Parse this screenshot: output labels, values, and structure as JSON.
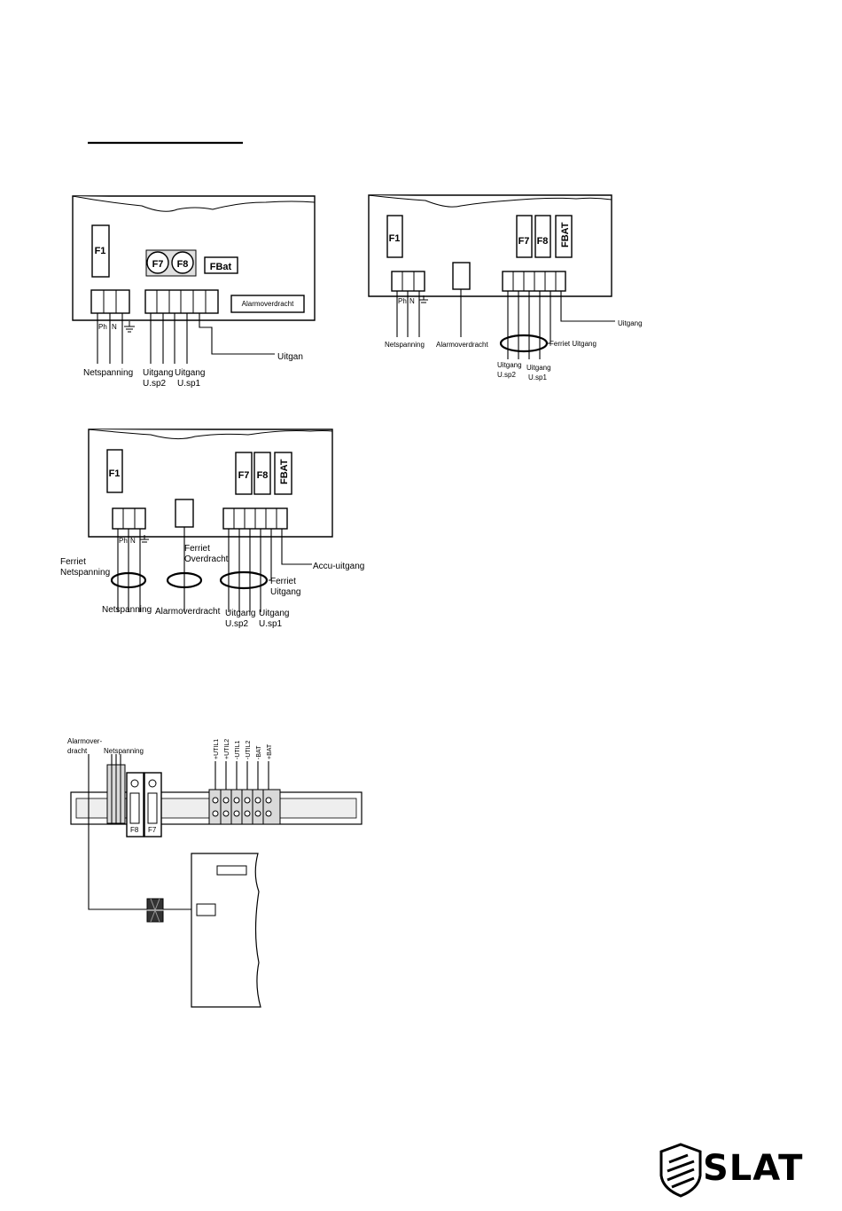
{
  "logo": {
    "text": "SLAT"
  },
  "diagram1": {
    "fuses": [
      "F1",
      "F7",
      "F8",
      "FBat"
    ],
    "alarm_box": "Alarmoverdracht",
    "terminal_marks": {
      "ph": "Ph",
      "n": "N"
    },
    "labels": {
      "netspanning": "Netspanning",
      "uitgang_a": "Uitgang",
      "usp2": "U.sp2",
      "uitgang_b": "Uitgang",
      "usp1": "U.sp1",
      "uitgan": "Uitgan"
    }
  },
  "diagram2": {
    "fuses": [
      "F1",
      "F7",
      "F8",
      "FBAT"
    ],
    "terminal_marks": {
      "ph": "Ph",
      "n": "N"
    },
    "labels": {
      "netspanning": "Netspanning",
      "alarmoverdracht": "Alarmoverdracht",
      "ferriet_uitgang": "Ferriet Uitgang",
      "uitgang_right": "Uitgang",
      "uitgang_a": "Uitgang",
      "usp2": "U.sp2",
      "uitgang_b": "Uitgang",
      "usp1": "U.sp1"
    }
  },
  "diagram3": {
    "fuses": [
      "F1",
      "F7",
      "F8",
      "FBAT"
    ],
    "terminal_marks": {
      "ph": "Ph",
      "n": "N"
    },
    "labels": {
      "ferriet_net_1": "Ferriet",
      "ferriet_net_2": "Netspanning",
      "ferriet_over_1": "Ferriet",
      "ferriet_over_2": "Overdracht",
      "accu_uitgang": "Accu-uitgang",
      "ferriet_uit_1": "Ferriet",
      "ferriet_uit_2": "Uitgang",
      "netspanning": "Netspanning",
      "alarmoverdracht": "Alarmoverdracht",
      "uitgang_a": "Uitgang",
      "usp2": "U.sp2",
      "uitgang_b": "Uitgang",
      "usp1": "U.sp1"
    }
  },
  "diagram4": {
    "labels": {
      "alarm_1": "Alarmover-",
      "alarm_2": "dracht",
      "netspanning": "Netspanning",
      "fuse_f8": "F8",
      "fuse_f7": "F7"
    },
    "rail_terminals": [
      "+UTIL1",
      "+UTIL2",
      "-UTIL1",
      "-UTIL2",
      "-BAT",
      "+BAT"
    ]
  }
}
